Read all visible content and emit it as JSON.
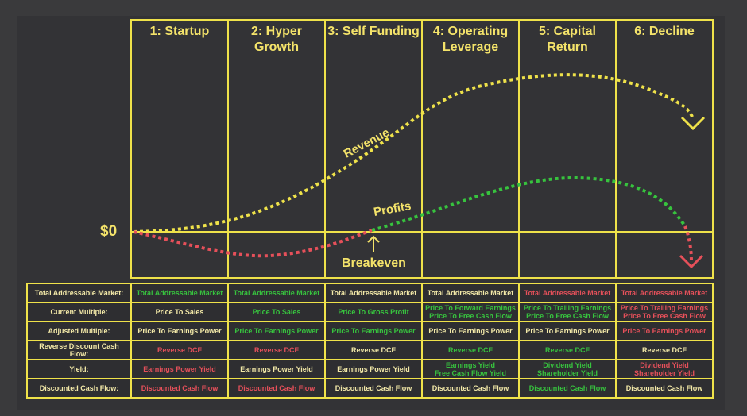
{
  "stages": [
    "1: Startup",
    "2: Hyper Growth",
    "3: Self Funding",
    "4: Operating Leverage",
    "5: Capital Return",
    "6: Decline"
  ],
  "annotations": {
    "zero": "$0",
    "revenue": "Revenue",
    "profits": "Profits",
    "breakeven": "Breakeven"
  },
  "colors": {
    "yellow": "#efe24a",
    "green": "#37c33e",
    "red": "#e6505a",
    "neutral": "#f3e9a8"
  },
  "table": [
    {
      "label": "Total Addressable Market:",
      "cells": [
        [
          "Total Addressable Market",
          "g"
        ],
        [
          "Total Addressable Market",
          "g"
        ],
        [
          "Total Addressable Market",
          "w"
        ],
        [
          "Total Addressable Market",
          "w"
        ],
        [
          "Total Addressable Market",
          "r"
        ],
        [
          "Total Addressable Market",
          "r"
        ]
      ]
    },
    {
      "label": "Current Multiple:",
      "cells": [
        [
          "Price To Sales",
          "w"
        ],
        [
          "Price To Sales",
          "g"
        ],
        [
          "Price To Gross Profit",
          "g"
        ],
        [
          "Price To Forward Earnings\nPrice To Free Cash Flow",
          "g"
        ],
        [
          "Price To Trailing Earnings\nPrice To Free Cash Flow",
          "g"
        ],
        [
          "Price To Trailing Earnings\nPrice To Free Cash Flow",
          "r"
        ]
      ]
    },
    {
      "label": "Adjusted Multiple:",
      "cells": [
        [
          "Price To Earnings Power",
          "w"
        ],
        [
          "Price To Earnings Power",
          "g"
        ],
        [
          "Price To Earnings Power",
          "g"
        ],
        [
          "Price To Earnings Power",
          "w"
        ],
        [
          "Price To Earnings Power",
          "w"
        ],
        [
          "Price To Earnings Power",
          "r"
        ]
      ]
    },
    {
      "label": "Reverse Discount Cash Flow:",
      "cells": [
        [
          "Reverse DCF",
          "r"
        ],
        [
          "Reverse DCF",
          "r"
        ],
        [
          "Reverse DCF",
          "w"
        ],
        [
          "Reverse DCF",
          "g"
        ],
        [
          "Reverse DCF",
          "g"
        ],
        [
          "Reverse DCF",
          "w"
        ]
      ]
    },
    {
      "label": "Yield:",
      "cells": [
        [
          "Earnings Power Yield",
          "r"
        ],
        [
          "Earnings Power Yield",
          "w"
        ],
        [
          "Earnings Power Yield",
          "w"
        ],
        [
          "Earnings Yield\nFree Cash Flow Yield",
          "g"
        ],
        [
          "Dividend Yield\nShareholder Yield",
          "g"
        ],
        [
          "Dividend Yield\nShareholder Yield",
          "r"
        ]
      ]
    },
    {
      "label": "Discounted Cash Flow:",
      "cells": [
        [
          "Discounted Cash Flow",
          "r"
        ],
        [
          "Discounted Cash Flow",
          "r"
        ],
        [
          "Discounted Cash Flow",
          "w"
        ],
        [
          "Discounted Cash Flow",
          "w"
        ],
        [
          "Discounted Cash Flow",
          "g"
        ],
        [
          "Discounted Cash Flow",
          "w"
        ]
      ]
    }
  ]
}
